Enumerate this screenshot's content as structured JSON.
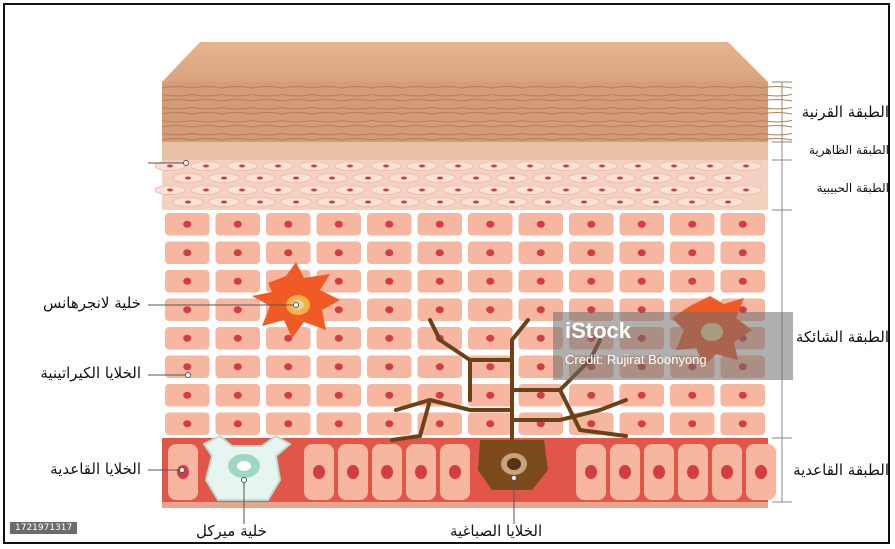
{
  "layers": {
    "corneum": "الطبقة القرنية",
    "lucidum": "الطبقة الظاهرية",
    "granulosum": "الطبقة الحبيبية",
    "spinosum": "الطبقة الشائكة",
    "basale": "الطبقة القاعدية"
  },
  "cells": {
    "langerhans": "خلية لانجرهانس",
    "keratinocytes": "الخلايا الكيراتينية",
    "basal_cells": "الخلايا القاعدية",
    "merkel": "خلية ميركل",
    "melanocytes": "الخلايا الصباغية"
  },
  "watermark": {
    "brand": "iStock",
    "credit": "Credit: Rujirat Boonyong"
  },
  "stock_id": "1721971317",
  "colors": {
    "corneum": "#d6a07c",
    "cell": "#f6b6a0",
    "nucleus": "#d33b45",
    "langerhans": "#f05a24",
    "melanocyte": "#7a4a1a",
    "merkel": "#d8f0ea"
  }
}
